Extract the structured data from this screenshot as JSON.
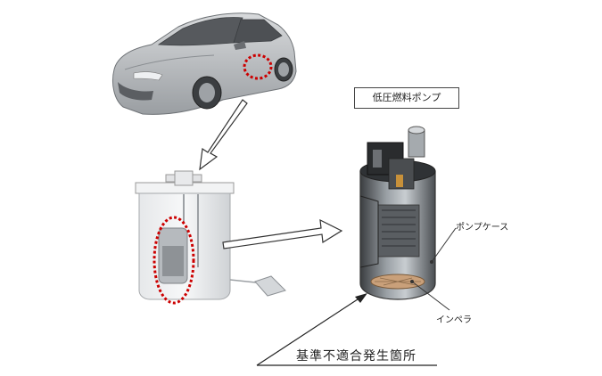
{
  "labels": {
    "pump_title": "低圧燃料ポンプ",
    "pump_case": "ポンプケース",
    "impeller": "インペラ",
    "nonconformity_location": "基準不適合発生箇所"
  },
  "colors": {
    "highlight_circle": "#cc0000",
    "line": "#333333",
    "car_body": "#bfc2c5",
    "pump_body": "#6e7378",
    "impeller": "#c9a07a"
  }
}
